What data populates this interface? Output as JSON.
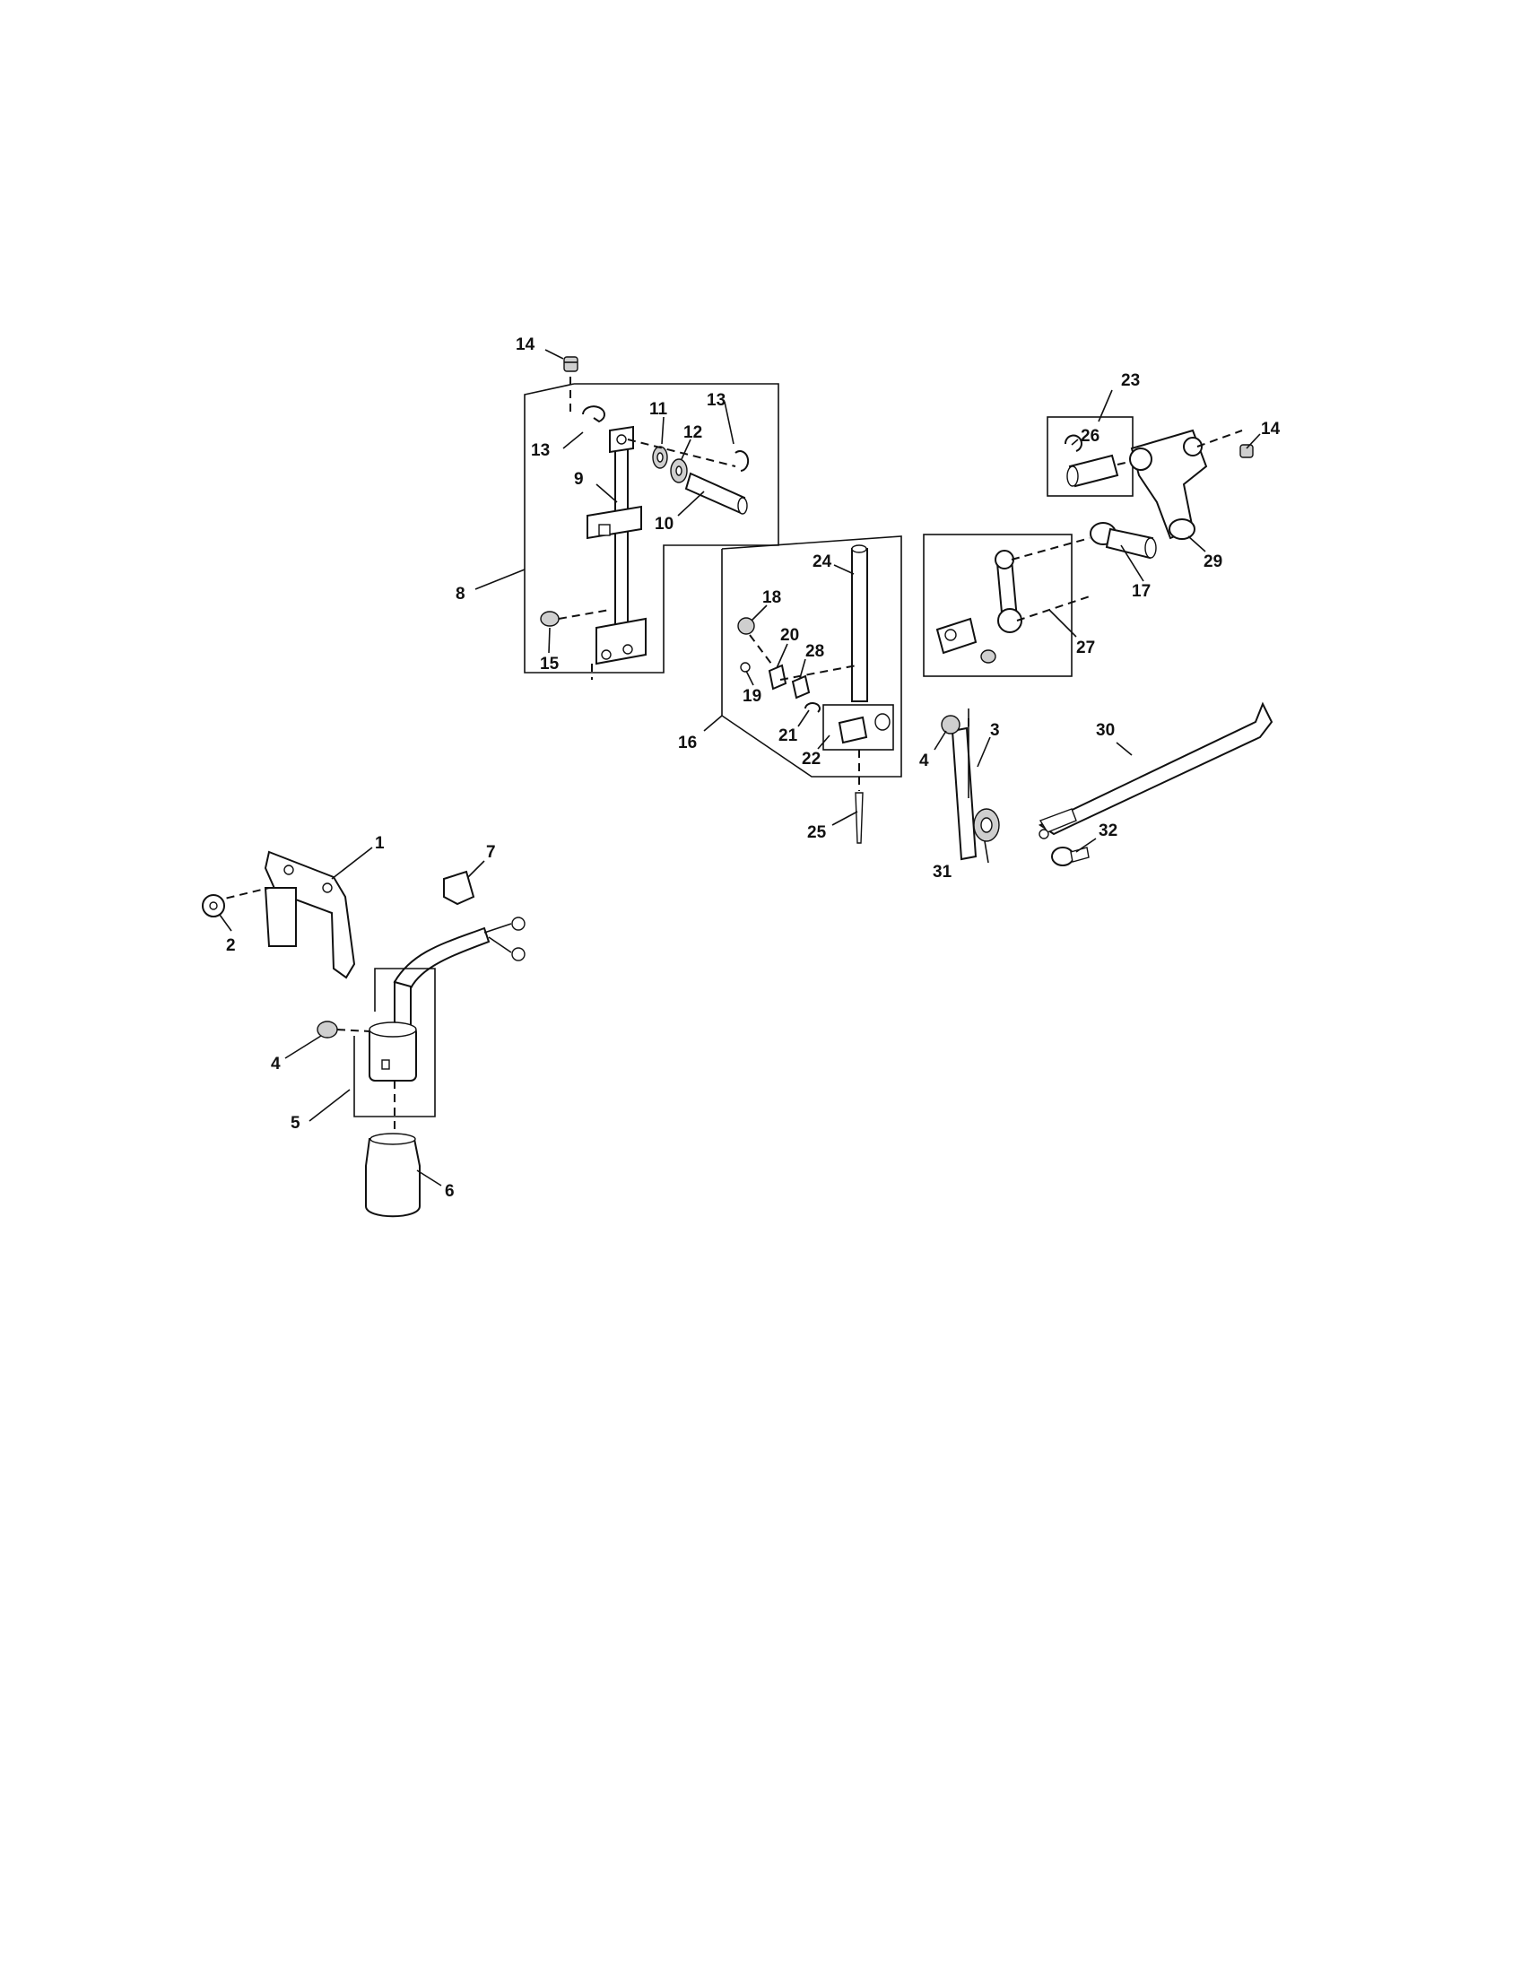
{
  "labels": {
    "p1": "1",
    "p2": "2",
    "p3": "3",
    "p4a": "4",
    "p4b": "4",
    "p5": "5",
    "p6": "6",
    "p7": "7",
    "p8": "8",
    "p9": "9",
    "p10": "10",
    "p11": "11",
    "p12": "12",
    "p13a": "13",
    "p13b": "13",
    "p14a": "14",
    "p14b": "14",
    "p15": "15",
    "p16": "16",
    "p17": "17",
    "p18": "18",
    "p19": "19",
    "p20": "20",
    "p21": "21",
    "p22": "22",
    "p23": "23",
    "p24": "24",
    "p25": "25",
    "p26": "26",
    "p27": "27",
    "p28": "28",
    "p29": "29",
    "p30": "30",
    "p31": "31",
    "p32": "32"
  },
  "colors": {
    "ink": "#111111",
    "paper": "#ffffff",
    "shade": "#cfcfcf"
  }
}
